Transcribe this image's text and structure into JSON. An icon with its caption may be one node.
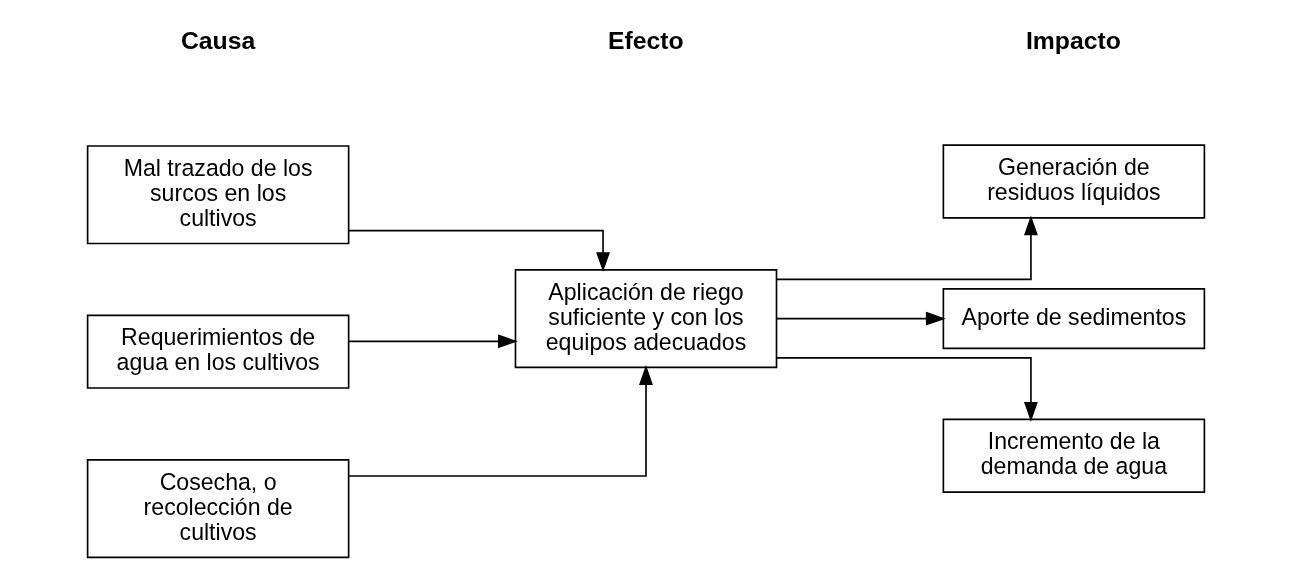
{
  "diagram": {
    "nodes": [
      {
        "text": [
          "Mal trazado de los surcos en los cultivos"
        ]
      },
      {
        "text": [
          "Requerimientos de agua en los cultivos"
        ]
      },
      {
        "text": [
          "Cosecha, o recolección de cultivos"
        ]
      },
      {
        "text": [
          "Aplicación de riego suficiente y con los equipos adecuados"
        ]
      },
      {
        "text": [
          "Generación de residuos líquidos"
        ]
      },
      {
        "text": [
          "Aporte de sedimentos"
        ]
      },
      {
        "text": [
          "Incremento de la demanda de agua"
        ]
      }
    ],
    "edges": [
      {
        "from": 0,
        "to": 3,
        "arrow": "to"
      },
      {
        "from": 1,
        "to": 3,
        "arrow": "to"
      },
      {
        "from": 2,
        "to": 3,
        "arrow": "to"
      },
      {
        "from": 3,
        "to": 4,
        "arrow": "to"
      },
      {
        "from": 3,
        "to": 5,
        "arrow": "to"
      },
      {
        "from": 3,
        "to": 6,
        "arrow": "to"
      }
    ],
    "labels": [
      "Causa",
      "Efecto",
      "Impacto"
    ]
  }
}
